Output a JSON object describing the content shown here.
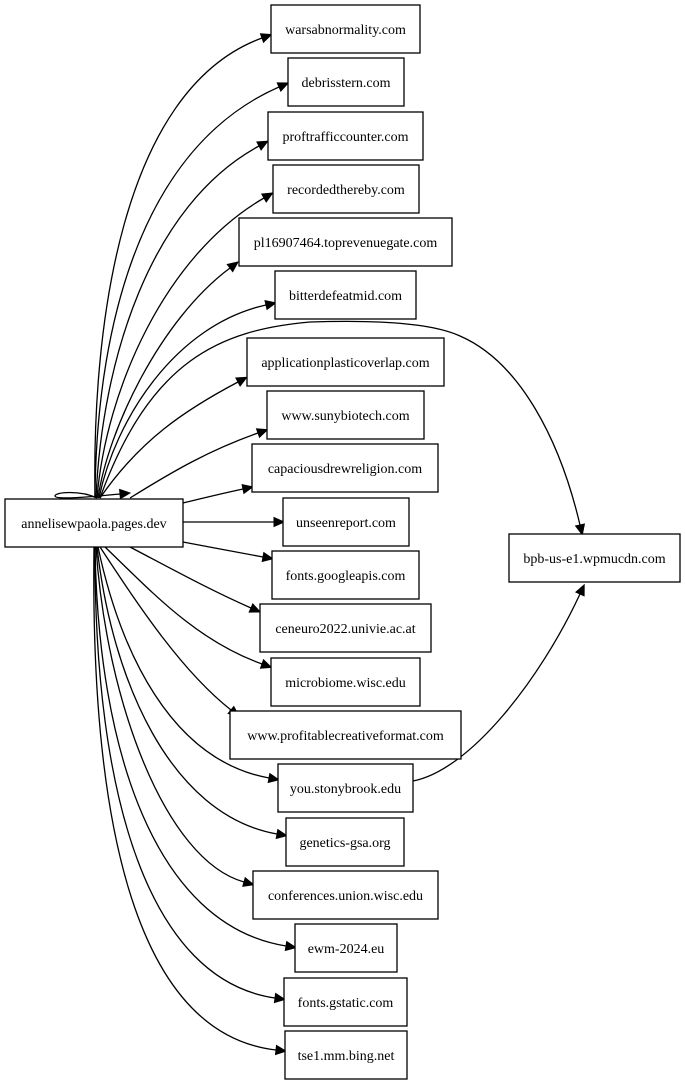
{
  "graph": {
    "nodes": [
      {
        "id": "source",
        "label": "annelisewpaola.pages.dev"
      },
      {
        "id": "n1",
        "label": "warsabnormality.com"
      },
      {
        "id": "n2",
        "label": "debrisstern.com"
      },
      {
        "id": "n3",
        "label": "proftrafficcounter.com"
      },
      {
        "id": "n4",
        "label": "recordedthereby.com"
      },
      {
        "id": "n5",
        "label": "pl16907464.toprevenuegate.com"
      },
      {
        "id": "n6",
        "label": "bitterdefeatmid.com"
      },
      {
        "id": "n7",
        "label": "applicationplasticoverlap.com"
      },
      {
        "id": "n8",
        "label": "www.sunybiotech.com"
      },
      {
        "id": "n9",
        "label": "capaciousdrewreligion.com"
      },
      {
        "id": "n10",
        "label": "unseenreport.com"
      },
      {
        "id": "n11",
        "label": "fonts.googleapis.com"
      },
      {
        "id": "n12",
        "label": "ceneuro2022.univie.ac.at"
      },
      {
        "id": "n13",
        "label": "microbiome.wisc.edu"
      },
      {
        "id": "n14",
        "label": "www.profitablecreativeformat.com"
      },
      {
        "id": "n15",
        "label": "you.stonybrook.edu"
      },
      {
        "id": "n16",
        "label": "genetics-gsa.org"
      },
      {
        "id": "n17",
        "label": "conferences.union.wisc.edu"
      },
      {
        "id": "n18",
        "label": "ewm-2024.eu"
      },
      {
        "id": "n19",
        "label": "fonts.gstatic.com"
      },
      {
        "id": "n20",
        "label": "tse1.mm.bing.net"
      },
      {
        "id": "bpb",
        "label": "bpb-us-e1.wpmucdn.com"
      }
    ],
    "edges": [
      {
        "from": "source",
        "to": "source"
      },
      {
        "from": "source",
        "to": "n1"
      },
      {
        "from": "source",
        "to": "n2"
      },
      {
        "from": "source",
        "to": "n3"
      },
      {
        "from": "source",
        "to": "n4"
      },
      {
        "from": "source",
        "to": "n5"
      },
      {
        "from": "source",
        "to": "n6"
      },
      {
        "from": "source",
        "to": "bpb"
      },
      {
        "from": "source",
        "to": "n7"
      },
      {
        "from": "source",
        "to": "n8"
      },
      {
        "from": "source",
        "to": "n9"
      },
      {
        "from": "source",
        "to": "n10"
      },
      {
        "from": "source",
        "to": "n11"
      },
      {
        "from": "source",
        "to": "n12"
      },
      {
        "from": "source",
        "to": "n13"
      },
      {
        "from": "source",
        "to": "n14"
      },
      {
        "from": "source",
        "to": "n15"
      },
      {
        "from": "source",
        "to": "n16"
      },
      {
        "from": "source",
        "to": "n17"
      },
      {
        "from": "source",
        "to": "n18"
      },
      {
        "from": "source",
        "to": "n19"
      },
      {
        "from": "source",
        "to": "n20"
      },
      {
        "from": "n15",
        "to": "bpb"
      }
    ]
  }
}
